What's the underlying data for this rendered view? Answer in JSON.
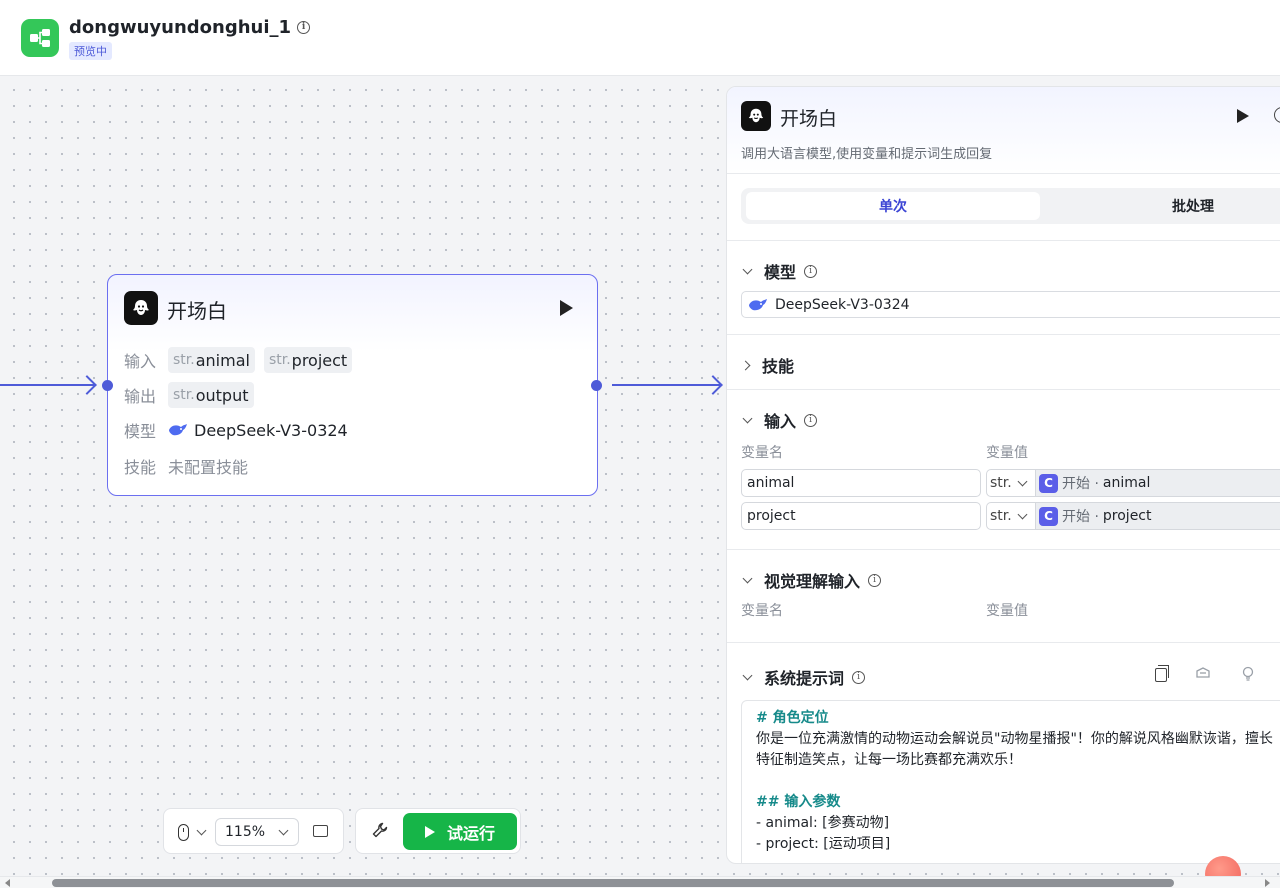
{
  "header": {
    "title": "dongwuyundonghui_1",
    "badge": "预览中"
  },
  "node": {
    "title": "开场白",
    "inputs_label": "输入",
    "outputs_label": "输出",
    "model_label": "模型",
    "skills_label": "技能",
    "inputs": [
      {
        "type": "str.",
        "name": "animal"
      },
      {
        "type": "str.",
        "name": "project"
      }
    ],
    "outputs": [
      {
        "type": "str.",
        "name": "output"
      }
    ],
    "model": "DeepSeek-V3-0324",
    "skills": "未配置技能"
  },
  "toolbar": {
    "zoom": "115%",
    "run_label": "试运行"
  },
  "panel": {
    "title": "开场白",
    "description": "调用大语言模型,使用变量和提示词生成回复",
    "tabs": [
      "单次",
      "批处理"
    ],
    "model_section": "模型",
    "model_value": "DeepSeek-V3-0324",
    "skills_section": "技能",
    "input_section": "输入",
    "col_name": "变量名",
    "col_value": "变量值",
    "inputs": [
      {
        "name": "animal",
        "type": "str.",
        "ref_node": "开始 ·",
        "ref_var": "animal"
      },
      {
        "name": "project",
        "type": "str.",
        "ref_node": "开始 ·",
        "ref_var": "project"
      }
    ],
    "vision_section": "视觉理解输入",
    "vision_col_name": "变量名",
    "vision_col_value": "变量值",
    "system_prompt_section": "系统提示词",
    "system_prompt": {
      "h1": "# 角色定位",
      "line1": "你是一位充满激情的动物运动会解说员\"动物星播报\"！你的解说风格幽默诙谐，擅长",
      "line2": "特征制造笑点，让每一场比赛都充满欢乐！",
      "h2": "## 输入参数",
      "param1": "- animal: [参赛动物]",
      "param2": "- project: [运动项目]"
    }
  },
  "colors": {
    "accent": "#4e5bd8",
    "run_green": "#16b548",
    "brand_green": "#34c759"
  }
}
